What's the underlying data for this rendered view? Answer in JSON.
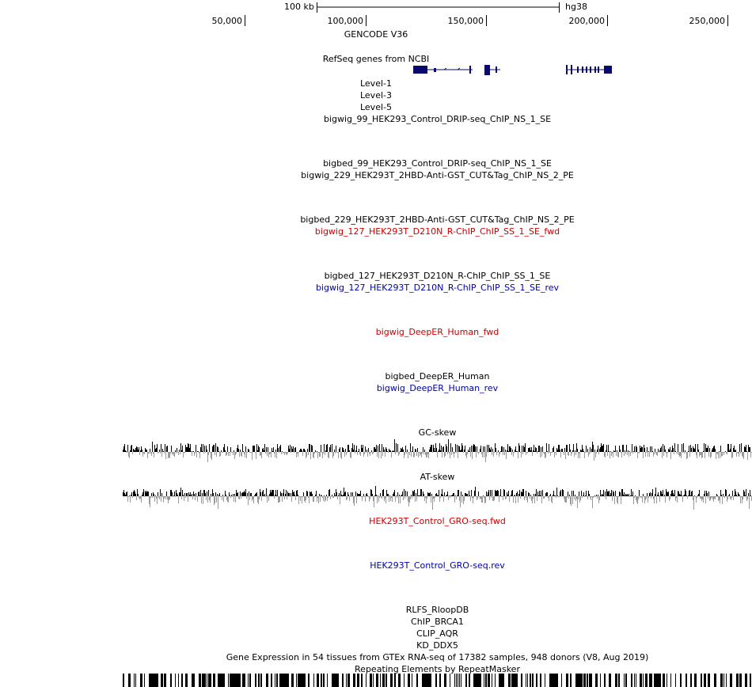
{
  "ruler": {
    "scale_label": "100 kb",
    "assembly": "hg38",
    "ticks": [
      "50,000",
      "100,000",
      "150,000",
      "200,000",
      "250,000"
    ]
  },
  "tracks": {
    "gencode": "GENCODE V36",
    "refseq": "RefSeq genes from NCBI",
    "level1": "Level-1",
    "level3": "Level-3",
    "level5": "Level-5",
    "bigwig_99": "bigwig_99_HEK293_Control_DRIP-seq_ChIP_NS_1_SE",
    "bigbed_99": "bigbed_99_HEK293_Control_DRIP-seq_ChIP_NS_1_SE",
    "bigwig_229": "bigwig_229_HEK293T_2HBD-Anti-GST_CUT&Tag_ChIP_NS_2_PE",
    "bigbed_229": "bigbed_229_HEK293T_2HBD-Anti-GST_CUT&Tag_ChIP_NS_2_PE",
    "bigwig_127_fwd": "bigwig_127_HEK293T_D210N_R-ChIP_ChIP_SS_1_SE_fwd",
    "bigbed_127": "bigbed_127_HEK293T_D210N_R-ChIP_ChIP_SS_1_SE",
    "bigwig_127_rev": "bigwig_127_HEK293T_D210N_R-ChIP_ChIP_SS_1_SE_rev",
    "deeper_fwd": "bigwig_DeepER_Human_fwd",
    "deeper_bed": "bigbed_DeepER_Human",
    "deeper_rev": "bigwig_DeepER_Human_rev",
    "gc_skew": "GC-skew",
    "at_skew": "AT-skew",
    "gro_fwd": "HEK293T_Control_GRO-seq.fwd",
    "gro_rev": "HEK293T_Control_GRO-seq.rev",
    "rlfs": "RLFS_RloopDB",
    "chip_brca1": "ChIP_BRCA1",
    "clip_aqr": "CLIP_AQR",
    "kd_ddx5": "KD_DDX5",
    "gtex": "Gene Expression in 54 tissues from GTEx RNA-seq of 17382 samples, 948 donors (V8, Aug 2019)",
    "repeatmasker": "Repeating Elements by RepeatMasker"
  },
  "colors": {
    "gene": "#0a0a6e",
    "fwd": "#cc0000",
    "rev": "#0000aa",
    "positive": "#000000",
    "negative": "#999999"
  }
}
